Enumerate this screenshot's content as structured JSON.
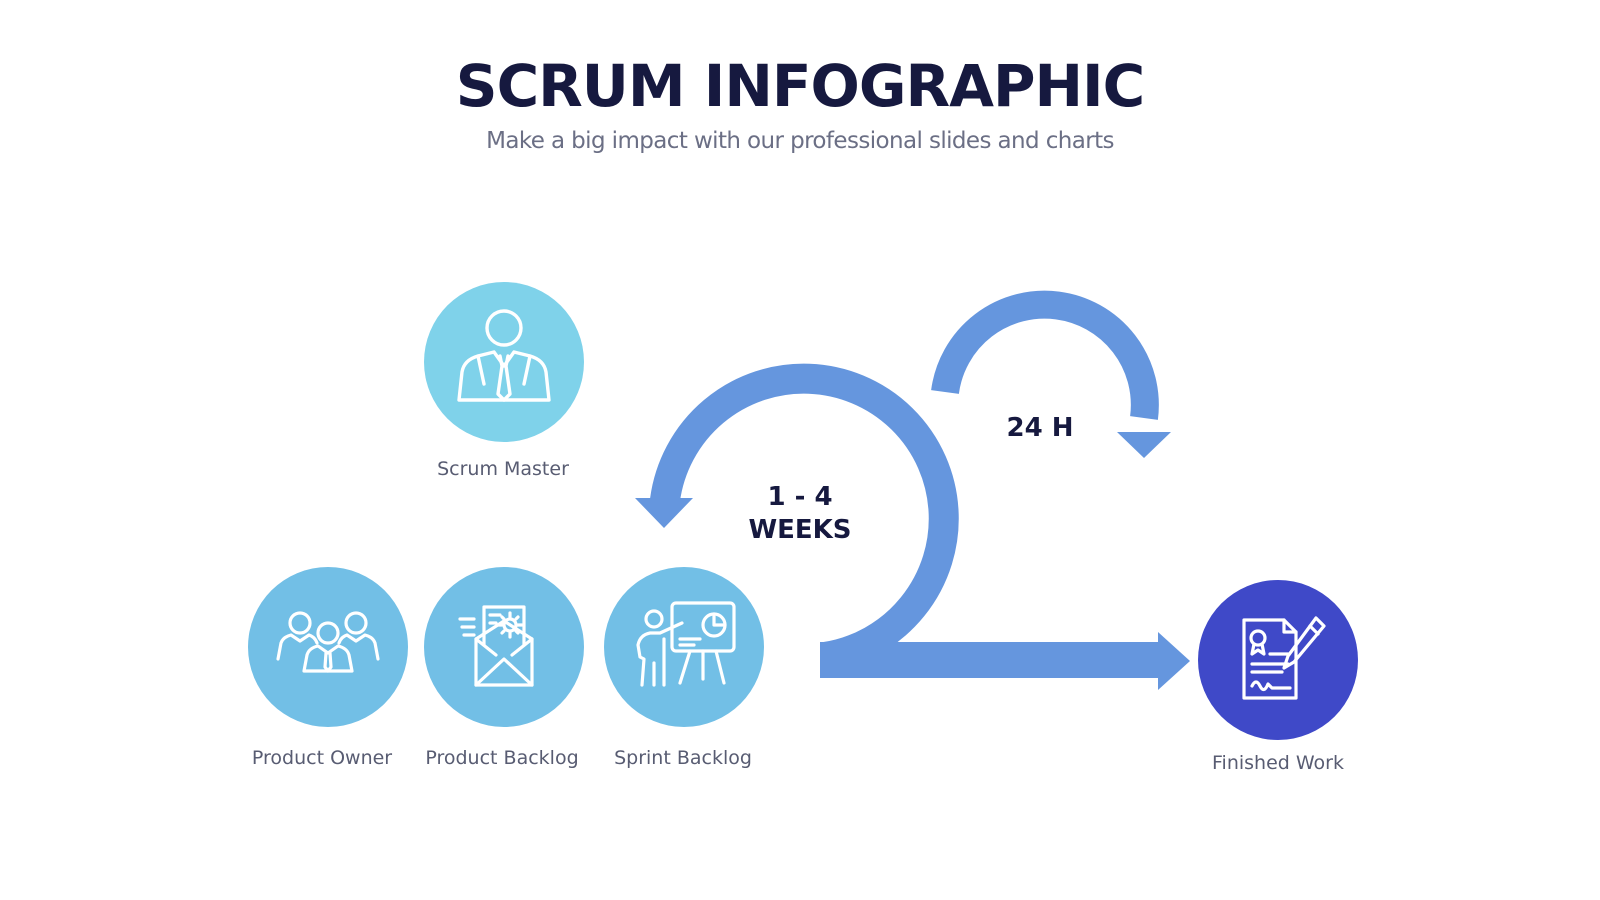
{
  "header": {
    "title": "SCRUM INFOGRAPHIC",
    "subtitle": "Make a big impact with our professional slides and charts"
  },
  "nodes": [
    {
      "label": "Scrum Master",
      "icon": "businessman-icon",
      "color": "#7fd2ea"
    },
    {
      "label": "Product Owner",
      "icon": "team-icon",
      "color": "#72bfe6"
    },
    {
      "label": "Product Backlog",
      "icon": "mail-settings-icon",
      "color": "#72bfe6"
    },
    {
      "label": "Sprint Backlog",
      "icon": "presentation-icon",
      "color": "#72bfe6"
    },
    {
      "label": "Finished Work",
      "icon": "signed-document-icon",
      "color": "#3f49c8"
    }
  ],
  "cycles": {
    "sprint": "1 - 4\nWEEKS",
    "daily": "24 H"
  },
  "colors": {
    "arrow": "#6596de",
    "title": "#16193f",
    "subtitle": "#6b6f85"
  }
}
